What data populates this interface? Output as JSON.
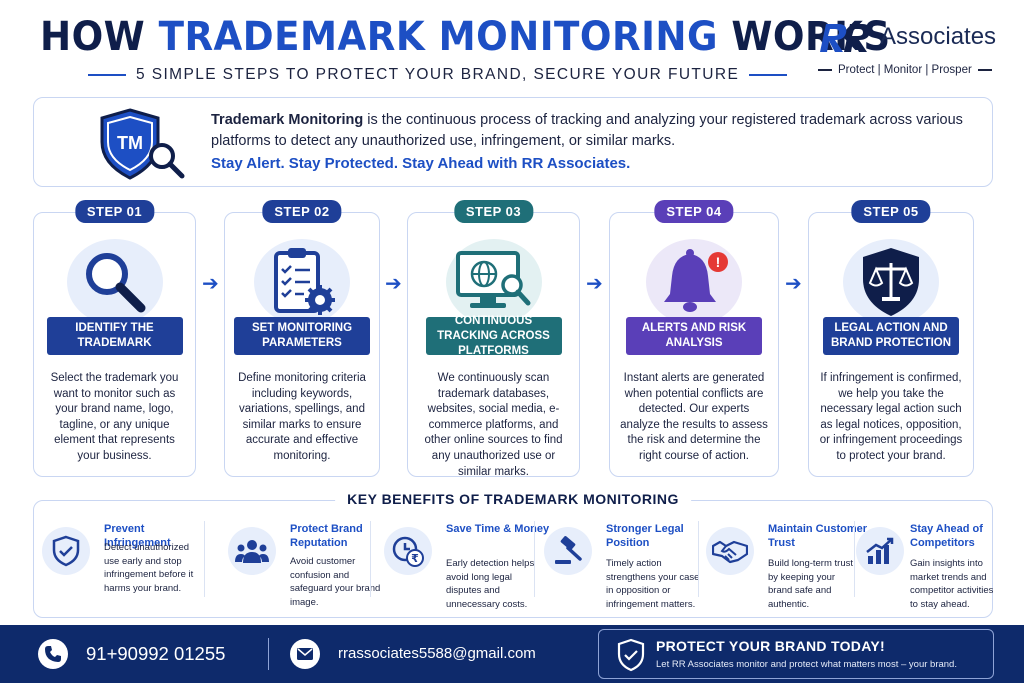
{
  "header": {
    "title_part1": "HOW ",
    "title_accent": "TRADEMARK MONITORING",
    "title_part2": " WORKS",
    "subtitle": "5 SIMPLE STEPS TO PROTECT YOUR BRAND, SECURE YOUR FUTURE"
  },
  "brand": {
    "name": "Associates",
    "tagline": "Protect | Monitor | Prosper"
  },
  "intro": {
    "term": "Trademark Monitoring",
    "definition": " is the continuous process of tracking and analyzing your registered trademark across various platforms to detect any unauthorized use, infringement, or similar marks.",
    "tagline": "Stay Alert. Stay Protected. Stay Ahead with RR Associates.",
    "badge": "TM"
  },
  "steps": [
    {
      "badge": "STEP 01",
      "label": "IDENTIFY THE TRADEMARK",
      "desc": "Select the trademark you want to monitor such as your brand name, logo, tagline, or any unique element that represents your business.",
      "icon": "magnifier-icon"
    },
    {
      "badge": "STEP 02",
      "label": "SET MONITORING PARAMETERS",
      "desc": "Define monitoring criteria including keywords, variations, spellings, and similar marks to ensure accurate and effective monitoring.",
      "icon": "checklist-icon"
    },
    {
      "badge": "STEP 03",
      "label": "CONTINUOUS TRACKING ACROSS PLATFORMS",
      "desc": "We continuously scan trademark databases, websites, social media, e-commerce platforms, and other online sources to find any unauthorized use or similar marks.",
      "icon": "monitor-globe-icon"
    },
    {
      "badge": "STEP 04",
      "label": "ALERTS AND RISK ANALYSIS",
      "desc": "Instant alerts are generated when potential conflicts are detected. Our experts analyze the results to assess the risk and determine the right course of action.",
      "icon": "bell-alert-icon",
      "alert_mark": "!"
    },
    {
      "badge": "STEP 05",
      "label": "LEGAL ACTION AND BRAND PROTECTION",
      "desc": "If infringement is confirmed, we help you take the necessary legal action such as legal notices, opposition, or infringement proceedings to protect your brand.",
      "icon": "shield-scales-icon"
    }
  ],
  "benefits_title": "KEY BENEFITS OF TRADEMARK MONITORING",
  "benefits": [
    {
      "title": "Prevent Infringement",
      "text": "Detect unauthorized use early and stop infringement before it harms your brand.",
      "icon": "shield-check-icon"
    },
    {
      "title": "Protect Brand Reputation",
      "text": "Avoid customer confusion and safeguard your brand image.",
      "icon": "people-icon"
    },
    {
      "title": "Save Time & Money",
      "text": "Early detection helps avoid long legal disputes and unnecessary costs.",
      "icon": "clock-rupee-icon",
      "currency": "₹"
    },
    {
      "title": "Stronger Legal Position",
      "text": "Timely action strengthens your case in opposition or infringement matters.",
      "icon": "gavel-icon"
    },
    {
      "title": "Maintain Customer Trust",
      "text": "Build long-term trust by keeping your brand safe and authentic.",
      "icon": "handshake-icon"
    },
    {
      "title": "Stay Ahead of Competitors",
      "text": "Gain insights into market trends and competitor activities to stay ahead.",
      "icon": "growth-chart-icon"
    }
  ],
  "footer": {
    "phone": "91+90992 01255",
    "email": "rrassociates5588@gmail.com",
    "cta_title": "PROTECT YOUR BRAND TODAY!",
    "cta_sub": "Let RR Associates monitor and protect what matters most – your brand."
  },
  "colors": {
    "navy": "#0f1e4a",
    "accent_blue": "#1d4fc4",
    "step_navy": "#1f3f98",
    "step_teal": "#1f6f78",
    "step_purple": "#5a3fb8",
    "footer_bg": "#0e2a6b"
  }
}
